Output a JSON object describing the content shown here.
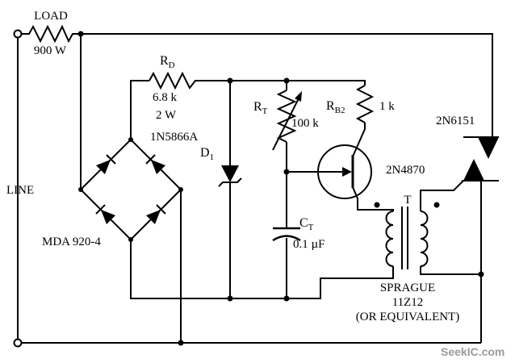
{
  "schematic": {
    "load": {
      "label": "LOAD",
      "rating": "900 W"
    },
    "line": {
      "label": "LINE"
    },
    "rd": {
      "ref": "R",
      "sub": "D",
      "value": "6.8 k",
      "power": "2 W"
    },
    "bridge": {
      "part": "MDA 920-4"
    },
    "zener": {
      "part": "1N5866A",
      "ref": "D",
      "sub": "1"
    },
    "rt": {
      "ref": "R",
      "sub": "T",
      "value": "100 k"
    },
    "rb2": {
      "ref": "R",
      "sub": "B2",
      "value": "1 k"
    },
    "ujt": {
      "part": "2N4870"
    },
    "triac": {
      "part": "2N6151"
    },
    "ct": {
      "ref": "C",
      "sub": "T",
      "value": "0.1 µF"
    },
    "transformer": {
      "ref": "T",
      "brand": "SPRAGUE",
      "model": "11Z12",
      "note": "(OR EQUIVALENT)"
    }
  },
  "watermark": "SeekIC.com",
  "colors": {
    "ink": "#000000",
    "background": "#ffffff",
    "watermark": "#9a9a9a"
  }
}
